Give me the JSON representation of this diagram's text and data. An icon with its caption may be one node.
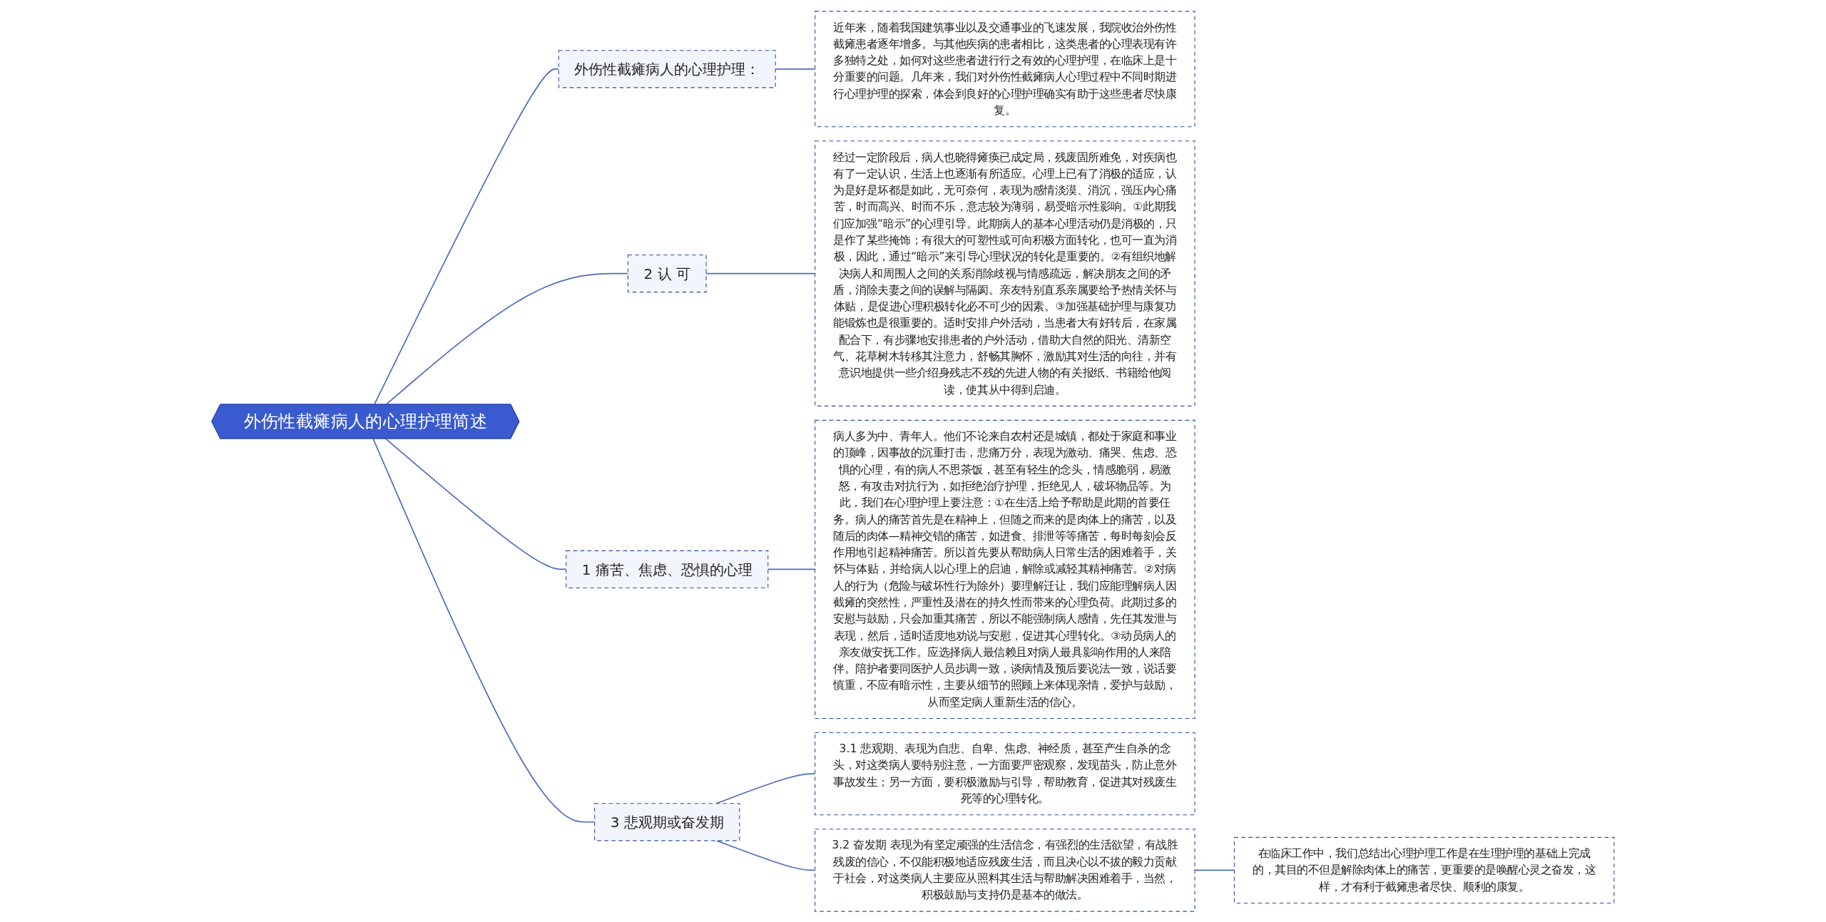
{
  "diagram": {
    "nodes": [
      {
        "text": [
          "外伤性截瘫病人的心理护理简述"
        ]
      },
      {
        "text": [
          "外伤性截瘫病人的心理护理："
        ]
      },
      {
        "text": [
          "近年来，随着我国建筑事业以及交通事业的飞速发展，我院收治外伤性截瘫患者逐年增多。与其他疾病的患者相比，这类患者的心理表现有许多独特之处，如何对这些患者进行行之有效的心理护理，在临床上是十分重要的问题。几年来，我们对外伤性截瘫病人心理过程中不同时期进行心理护理的探索，体会到良好的心理护理确实有助于这些患者尽快康复。"
        ]
      },
      {
        "text": [
          "2 认 可"
        ]
      },
      {
        "text": [
          "经过一定阶段后，病人也晓得瘫痪已成定局，残废固所难免，对疾病也有了一定认识，生活上也逐渐有所适应。心理上已有了消极的适应，认为是好是坏都是如此，无可奈何，表现为感情淡漠、消沉，强压内心痛苦，时而高兴、时而不乐，意志较为薄弱，易受暗示性影响。①此期我们应加强“暗示”的心理引导。此期病人的基本心理活动仍是消极的，只是作了某些掩饰；有很大的可塑性或可向积极方面转化，也可一直为消极，因此，通过“暗示”来引导心理状况的转化是重要的。②有组织地解决病人和周围人之间的关系消除歧视与情感疏远，解决朋友之间的矛盾，消除夫妻之间的误解与隔阂。亲友特别直系亲属要给予热情关怀与体贴，是促进心理积极转化必不可少的因素。③加强基础护理与康复功能锻炼也是很重要的。适时安排户外活动，当患者大有好转后，在家属配合下，有步骤地安排患者的户外活动，借助大自然的阳光、清新空气、花草树木转移其注意力，舒畅其胸怀，激励其对生活的向往，并有意识地提供一些介绍身残志不残的先进人物的有关报纸、书籍给他阅读，使其从中得到启迪。"
        ]
      },
      {
        "text": [
          "1 痛苦、焦虑、恐惧的心理"
        ]
      },
      {
        "text": [
          "病人多为中、青年人。他们不论来自农村还是城镇，都处于家庭和事业的顶峰，因事故的沉重打击，悲痛万分，表现为激动、痛哭、焦虑、恐惧的心理，有的病人不思茶饭，甚至有轻生的念头，情感脆弱，易激怒，有攻击对抗行为，如拒绝治疗护理，拒绝见人，破坏物品等。为此，我们在心理护理上要注意：①在生活上给予帮助是此期的首要任务。病人的痛苦首先是在精神上，但随之而来的是肉体上的痛苦，以及随后的肉体—精神交错的痛苦，如进食、排泄等等痛苦，每时每刻会反作用地引起精神痛苦。所以首先要从帮助病人日常生活的困难着手，关怀与体贴，并给病人以心理上的启迪，解除或减轻其精神痛苦。②对病人的行为（危险与破坏性行为除外）要理解迁让，我们应能理解病人因截瘫的突然性，严重性及潜在的持久性而带来的心理负荷。此期过多的安慰与鼓励，只会加重其痛苦，所以不能强制病人感情，先任其发泄与表现，然后，适时适度地劝说与安慰，促进其心理转化。③动员病人的亲友做安抚工作。应选择病人最信赖且对病人最具影响作用的人来陪伴。陪护者要同医护人员步调一致，谈病情及预后要说法一致，说话要慎重，不应有暗示性，主要从细节的照顾上来体现亲情，爱护与鼓励，从而坚定病人重新生活的信心。"
        ]
      },
      {
        "text": [
          "3 悲观期或奋发期"
        ]
      },
      {
        "text": [
          "3.1 悲观期、表现为自悲、自卑、焦虑、神经质，甚至产生自杀的念头，对这类病人要特别注意，一方面要严密观察，发现苗头，防止意外事故发生；另一方面，要积极激励与引导，帮助教育，促进其对残废生死等的心理转化。"
        ]
      },
      {
        "text": [
          "3.2 奋发期 表现为有坚定顽强的生活信念，有强烈的生活欲望，有战胜残废的信心，不仅能积极地适应残废生活，而且决心以不拔的毅力贡献于社会，对这类病人主要应从照料其生活与帮助解决困难着手，当然，积极鼓励与支持仍是基本的做法。"
        ]
      },
      {
        "text": [
          "在临床工作中，我们总结出心理护理工作是在生理护理的基础上完成的，其目的不但是解除肉体上的痛苦，更重要的是唤醒心灵之奋发，这样，才有利于截瘫患者尽快、顺利的康复。"
        ]
      }
    ],
    "edges": [
      {
        "from": 0,
        "to": 1,
        "arrow": "none"
      },
      {
        "from": 1,
        "to": 2,
        "arrow": "none"
      },
      {
        "from": 0,
        "to": 3,
        "arrow": "none"
      },
      {
        "from": 3,
        "to": 4,
        "arrow": "none"
      },
      {
        "from": 0,
        "to": 5,
        "arrow": "none"
      },
      {
        "from": 5,
        "to": 6,
        "arrow": "none"
      },
      {
        "from": 0,
        "to": 7,
        "arrow": "none"
      },
      {
        "from": 7,
        "to": 8,
        "arrow": "none"
      },
      {
        "from": 7,
        "to": 9,
        "arrow": "none"
      },
      {
        "from": 9,
        "to": 10,
        "arrow": "none"
      }
    ]
  }
}
